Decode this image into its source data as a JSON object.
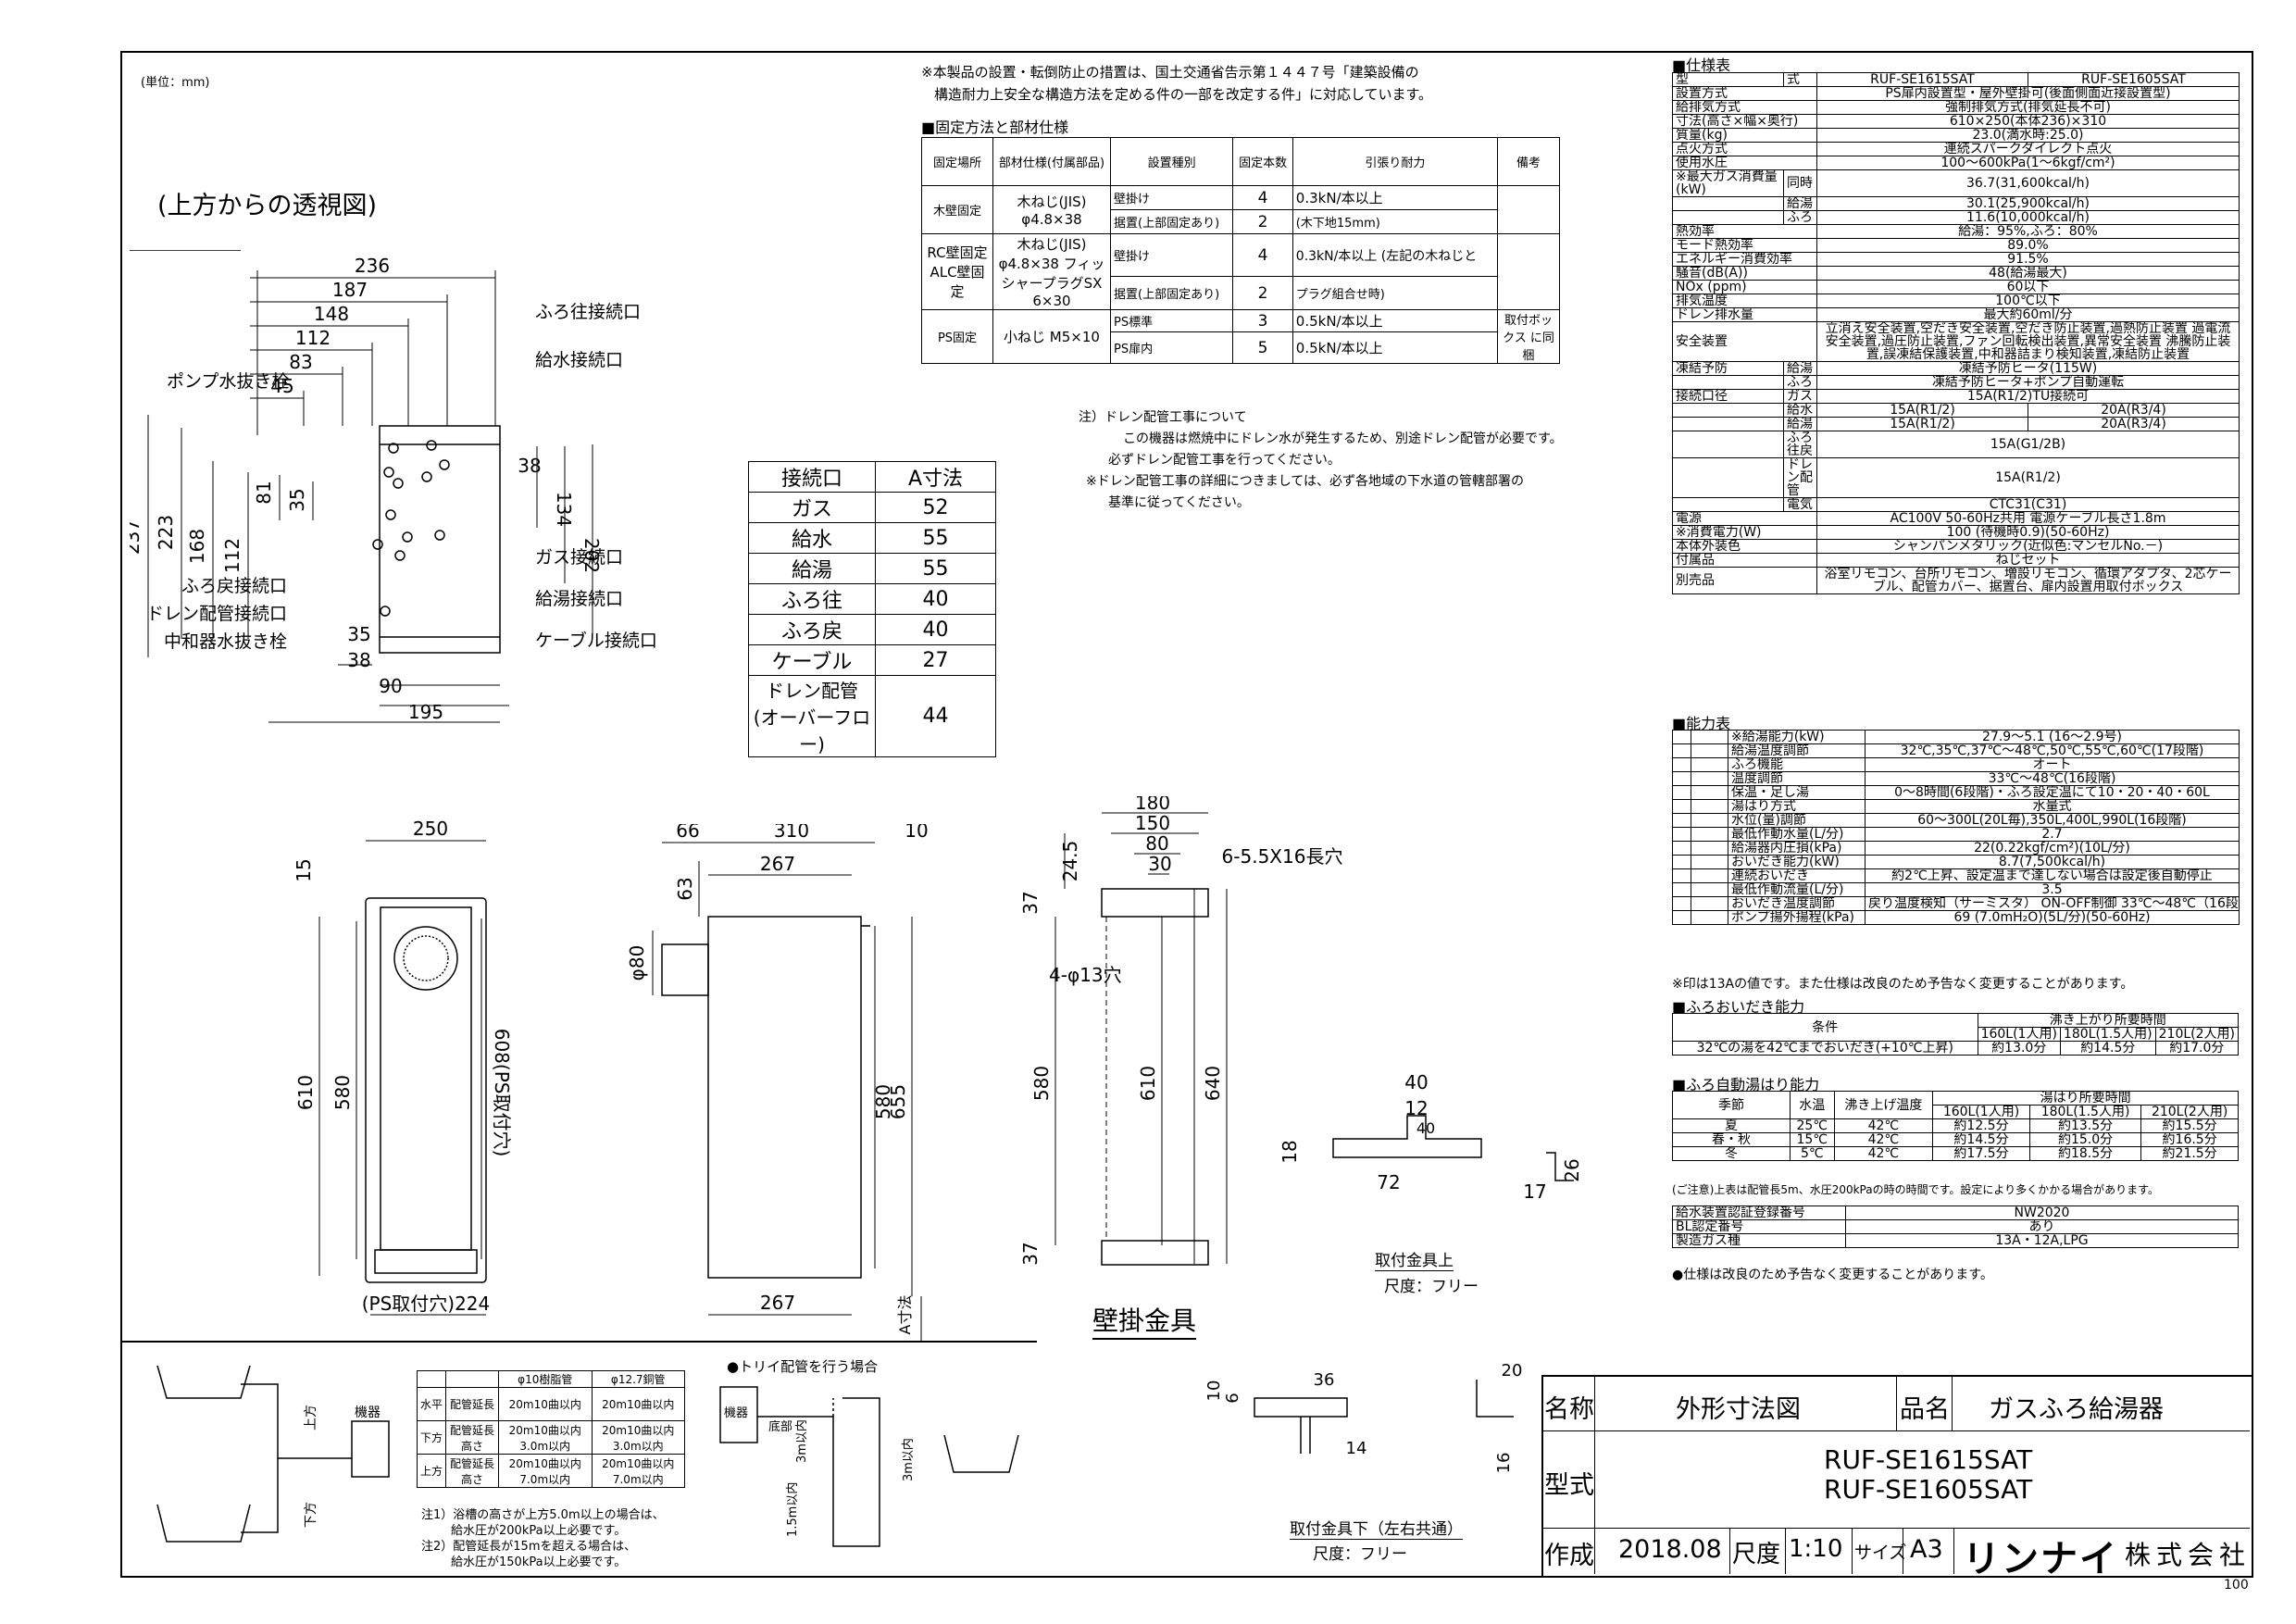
{
  "unit_note": "(単位：mm)",
  "top_view_title": "(上方からの透視図)",
  "notice_lines": [
    "※本製品の設置・転倒防止の措置は、国土交通省告示第１４４７号「建築設備の",
    "構造耐力上安全な構造方法を定める件の一部を改定する件」に対応しています。"
  ],
  "fix_title": "■固定方法と部材仕様",
  "fix_headers": [
    "固定場所",
    "部材仕様(付属部品)",
    "設置種別",
    "固定本数",
    "引張り耐力",
    "備考"
  ],
  "fix_rows": [
    [
      "木壁固定",
      "木ねじ(JIS) φ4.8×38",
      "壁掛け",
      "4",
      "0.3kN/本以上",
      ""
    ],
    [
      "",
      "",
      "据置(上部固定あり)",
      "2",
      "(木下地15mm)",
      ""
    ],
    [
      "RC壁固定 ALC壁固定",
      "木ねじ(JIS) φ4.8×38 フィッシャープラグSX 6×30",
      "壁掛け",
      "4",
      "0.3kN/本以上 (左記の木ねじと",
      ""
    ],
    [
      "",
      "",
      "据置(上部固定あり)",
      "2",
      "プラグ組合せ時)",
      ""
    ],
    [
      "PS固定",
      "小ねじ M5×10",
      "PS標準",
      "3",
      "0.5kN/本以上",
      "取付ボックス に同梱"
    ],
    [
      "",
      "",
      "PS扉内",
      "5",
      "0.5kN/本以上",
      ""
    ]
  ],
  "drain_note": [
    "注）ドレン配管工事について",
    "この機器は燃焼中にドレン水が発生するため、別途ドレン配管が必要です。",
    "必ずドレン配管工事を行ってください。",
    "※ドレン配管工事の詳細につきましては、必ず各地域の下水道の管轄部署の",
    "基準に従ってください。"
  ],
  "conn_header": [
    "接続口",
    "A寸法"
  ],
  "conn_rows": [
    [
      "ガス",
      "52"
    ],
    [
      "給水",
      "55"
    ],
    [
      "給湯",
      "55"
    ],
    [
      "ふろ往",
      "40"
    ],
    [
      "ふろ戻",
      "40"
    ],
    [
      "ケーブル",
      "27"
    ],
    [
      "ドレン配管 (オーバーフロー)",
      "44"
    ]
  ],
  "top_labels": {
    "left": [
      "ポンプ水抜き栓",
      "ふろ戻接続口",
      "ドレン配管接続口",
      "中和器水抜き栓"
    ],
    "right": [
      "ふろ往接続口",
      "給水接続口",
      "ガス接続口",
      "給湯接続口",
      "ケーブル接続口"
    ]
  },
  "top_dims": {
    "h": [
      "236",
      "187",
      "148",
      "112",
      "83",
      "45"
    ],
    "v": [
      "237",
      "223",
      "168",
      "112",
      "81",
      "35"
    ],
    "r": [
      "38",
      "134",
      "202"
    ],
    "b": [
      "35",
      "38",
      "90",
      "195"
    ]
  },
  "front_dims": [
    "250",
    "15",
    "610",
    "580",
    "608(PS取付穴)",
    "(PS取付穴)224"
  ],
  "side_dims": [
    "66",
    "310",
    "10",
    "267",
    "63",
    "φ80",
    "580",
    "655",
    "267",
    "A寸法"
  ],
  "bracket_dims": [
    "180",
    "150",
    "80",
    "30",
    "24.5",
    "6-5.5X16長穴",
    "4-φ13穴",
    "37",
    "580",
    "610",
    "640",
    "37"
  ],
  "upper_fit": {
    "dims": [
      "40",
      "12",
      "40",
      "18",
      "72",
      "26",
      "17"
    ],
    "title": "取付金具上",
    "scale": "尺度：フリー"
  },
  "lower_fit": {
    "dims": [
      "10",
      "6",
      "36",
      "14",
      "20",
      "16"
    ],
    "title": "取付金具下（左右共通）",
    "scale": "尺度：フリー"
  },
  "wall_title": "壁掛金具",
  "pipe_headers": [
    "",
    "",
    "φ10樹脂管",
    "φ12.7銅管"
  ],
  "pipe_rows": [
    [
      "水平",
      "配管延長",
      "20m10曲以内",
      "20m10曲以内"
    ],
    [
      "下方",
      "配管延長 高さ",
      "20m10曲以内 3.0m以内",
      "20m10曲以内 3.0m以内"
    ],
    [
      "上方",
      "配管延長 高さ",
      "20m10曲以内 7.0m以内",
      "20m10曲以内 7.0m以内"
    ]
  ],
  "pipe_notes": [
    "注1）浴槽の高さが上方5.0m以上の場合は、",
    "給水圧が200kPa以上必要です。",
    "注2）配管延長が15mを超える場合は、",
    "給水圧が150kPa以上必要です。"
  ],
  "pipe_fig": {
    "up": "上方",
    "down": "下方",
    "unit": "機器"
  },
  "trap_fig": {
    "title": "●トリイ配管を行う場合",
    "unit": "機器",
    "top": "底部",
    "d1": "3m以内",
    "d2": "1.5m以内",
    "d3": "3m以内"
  },
  "spec_title": "■仕様表",
  "spec_rows": [
    [
      "型",
      "式",
      "RUF-SE1615SAT",
      "RUF-SE1605SAT"
    ],
    [
      "設置方式",
      "",
      "PS扉内設置型・屋外壁掛可(後面側面近接設置型)",
      ""
    ],
    [
      "給排気方式",
      "",
      "強制排気方式(排気延長不可)",
      ""
    ],
    [
      "寸法(高さ×幅×奥行)",
      "",
      "610×250(本体236)×310",
      ""
    ],
    [
      "質量(kg)",
      "",
      "23.0(満水時:25.0)",
      ""
    ],
    [
      "点火方式",
      "",
      "連続スパークダイレクト点火",
      ""
    ],
    [
      "使用水圧",
      "",
      "100～600kPa(1～6kgf/cm²)",
      ""
    ],
    [
      "※最大ガス消費量(kW)",
      "同時",
      "36.7(31,600kcal/h)",
      ""
    ],
    [
      "",
      "給湯",
      "30.1(25,900kcal/h)",
      ""
    ],
    [
      "",
      "ふろ",
      "11.6(10,000kcal/h)",
      ""
    ],
    [
      "熱効率",
      "",
      "給湯：95%,ふろ：80%",
      ""
    ],
    [
      "モード熱効率",
      "",
      "89.0%",
      ""
    ],
    [
      "エネルギー消費効率",
      "",
      "91.5%",
      ""
    ],
    [
      "騒音(dB(A))",
      "",
      "48(給湯最大)",
      ""
    ],
    [
      "NOx (ppm)",
      "",
      "60以下",
      ""
    ],
    [
      "排気温度",
      "",
      "100℃以下",
      ""
    ],
    [
      "ドレン排水量",
      "",
      "最大約60ml/分",
      ""
    ],
    [
      "安全装置",
      "",
      "立消え安全装置,空だき安全装置,空だき防止装置,過熱防止装置 過電流安全装置,過圧防止装置,ファン回転検出装置,異常安全装置 沸騰防止装置,誤凍結保護装置,中和器詰まり検知装置,凍結防止装置",
      ""
    ],
    [
      "凍結予防",
      "給湯",
      "凍結予防ヒータ(115W)",
      ""
    ],
    [
      "",
      "ふろ",
      "凍結予防ヒータ+ポンプ自動運転",
      ""
    ],
    [
      "接続口径",
      "ガス",
      "15A(R1/2)TU接続可",
      ""
    ],
    [
      "",
      "給水",
      "15A(R1/2)",
      "20A(R3/4)"
    ],
    [
      "",
      "給湯",
      "15A(R1/2)",
      "20A(R3/4)"
    ],
    [
      "",
      "ふろ往戻",
      "15A(G1/2B)",
      ""
    ],
    [
      "",
      "ドレン配管",
      "15A(R1/2)",
      ""
    ],
    [
      "",
      "電気",
      "CTC31(C31)",
      ""
    ],
    [
      "電源",
      "",
      "AC100V 50-60Hz共用 電源ケーブル長さ1.8m",
      ""
    ],
    [
      "※消費電力(W)",
      "",
      "100 (待機時0.9)(50-60Hz)",
      ""
    ],
    [
      "本体外装色",
      "",
      "シャンパンメタリック(近似色:マンセルNo.－)",
      ""
    ],
    [
      "付属品",
      "",
      "ねじセット",
      ""
    ],
    [
      "別売品",
      "",
      "浴室リモコン、台所リモコン、増設リモコン、循環アダプタ、2芯ケーブル、配管カバー、据置台、扉内設置用取付ボックス",
      ""
    ]
  ],
  "perf_title": "■能力表",
  "perf_rows": [
    [
      "※給湯能力(kW)",
      "27.9～5.1 (16～2.9号)"
    ],
    [
      "給湯温度調節",
      "32℃,35℃,37℃～48℃,50℃,55℃,60℃(17段階)"
    ],
    [
      "ふろ機能",
      "オート"
    ],
    [
      "温度調節",
      "33℃～48℃(16段階)"
    ],
    [
      "保温・足し湯",
      "0～8時間(6段階)・ふろ設定温にて10・20・40・60L"
    ],
    [
      "湯はり方式",
      "水量式"
    ],
    [
      "水位(量)調節",
      "60～300L(20L毎),350L,400L,990L(16段階)"
    ],
    [
      "最低作動水量(L/分)",
      "2.7"
    ],
    [
      "給湯器内圧損(kPa)",
      "22(0.22kgf/cm²)(10L/分)"
    ],
    [
      "おいだき能力(kW)",
      "8.7(7,500kcal/h)"
    ],
    [
      "連続おいだき",
      "約2℃上昇、設定温まで達しない場合は設定後自動停止"
    ],
    [
      "最低作動流量(L/分)",
      "3.5"
    ],
    [
      "おいだき温度調節",
      "戻り温度検知（サーミスタ） ON-OFF制御 33℃～48℃（16段階）"
    ],
    [
      "ポンプ揚外揚程(kPa)",
      "69 (7.0mH₂O)(5L/分)(50-60Hz)"
    ]
  ],
  "perf_note": "※印は13Aの値です。また仕様は改良のため予告なく変更することがあります。",
  "oidaki_title": "■ふろおいだき能力",
  "oidaki_headers": [
    "条件",
    "沸き上がり所要時間",
    "160L(1人用)",
    "180L(1.5人用)",
    "210L(2人用)"
  ],
  "oidaki_row": [
    "32℃の湯を42℃までおいだき(+10℃上昇)",
    "約13.0分",
    "約14.5分",
    "約17.0分"
  ],
  "yuhari_title": "■ふろ自動湯はり能力",
  "yuhari_headers": [
    "季節",
    "水温",
    "沸き上げ温度",
    "湯はり所要時間",
    "160L(1人用)",
    "180L(1.5人用)",
    "210L(2人用)"
  ],
  "yuhari_rows": [
    [
      "夏",
      "25℃",
      "42℃",
      "約12.5分",
      "約13.5分",
      "約15.5分"
    ],
    [
      "春・秋",
      "15℃",
      "42℃",
      "約14.5分",
      "約15.0分",
      "約16.5分"
    ],
    [
      "冬",
      "5℃",
      "42℃",
      "約17.5分",
      "約18.5分",
      "約21.5分"
    ]
  ],
  "yuhari_note": "(ご注意)上表は配管長5m、水圧200kPaの時の時間です。設定により多くかかる場合があります。",
  "cert_rows": [
    [
      "給水装置認証登録番号",
      "NW2020"
    ],
    [
      "BL認定番号",
      "あり"
    ],
    [
      "製造ガス種",
      "13A・12A,LPG"
    ]
  ],
  "cert_note": "●仕様は改良のため予告なく変更することがあります。",
  "title_block": {
    "name_label": "名称",
    "name": "外形寸法図",
    "product_label": "品名",
    "product": "ガスふろ給湯器",
    "model_label": "型式",
    "models": [
      "RUF-SE1615SAT",
      "RUF-SE1605SAT"
    ],
    "made_label": "作成",
    "date": "2018.08",
    "scale_label": "尺度",
    "scale": "1:10",
    "size_label": "サイズ",
    "size": "A3",
    "company": "リンナイ",
    "company_suffix": "株式会社"
  },
  "page_no": "100"
}
